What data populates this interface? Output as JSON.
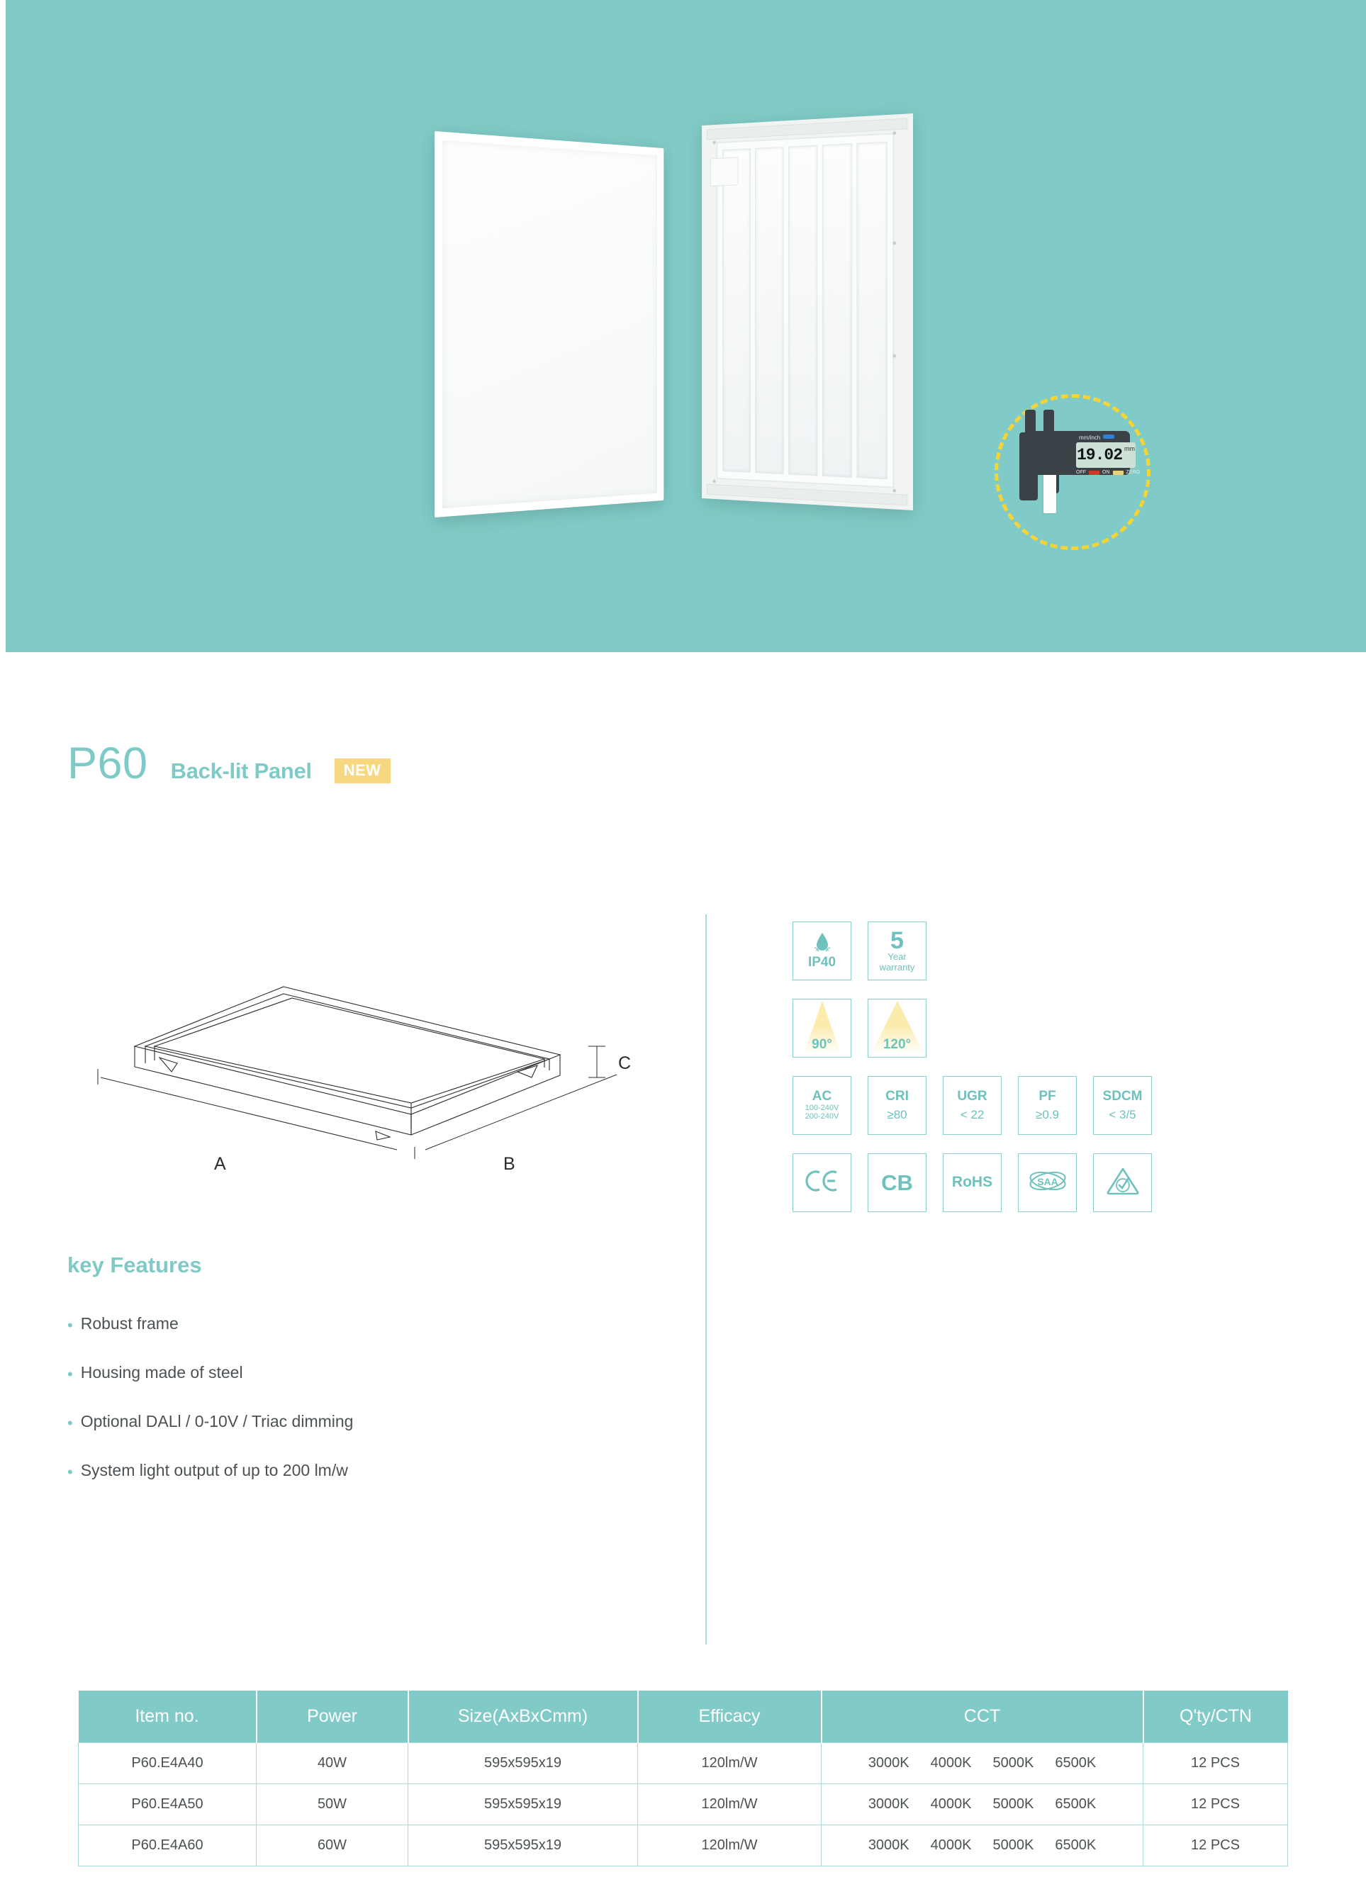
{
  "hero": {
    "background_color": "#80cbc7",
    "product_image_alt": "LED back-lit panel exploded view",
    "detail": {
      "caliper_reading": "19.02",
      "caliper_unit": "mm",
      "caliper_mode_label": "mm/inch",
      "buttons": [
        "OFF",
        "ON",
        "ZERO"
      ],
      "circle_color": "#f6d433"
    }
  },
  "title": {
    "model": "P60",
    "subtitle": "Back-lit Panel",
    "badge": "NEW",
    "badge_color": "#f7d881",
    "accent_color": "#7fcac6"
  },
  "dimension_drawing": {
    "labels": [
      "A",
      "B",
      "C"
    ]
  },
  "key_features": {
    "heading": "key Features",
    "items": [
      "Robust frame",
      "Housing made of steel",
      "Optional DALl  /  0-10V  /  Triac dimming",
      "System light output of up to 200 lm/w"
    ]
  },
  "specs": {
    "rows": [
      [
        {
          "icon": "water-drop-icon",
          "label": "IP40",
          "type": "ip"
        },
        {
          "icon": "warranty-icon",
          "value": "5",
          "line1": "Year",
          "line2": "warranty",
          "type": "warranty"
        }
      ],
      [
        {
          "icon": "beam-angle-icon",
          "label": "90°",
          "type": "beam",
          "spread": "90"
        },
        {
          "icon": "beam-angle-icon",
          "label": "120°",
          "type": "beam",
          "spread": "120"
        }
      ],
      [
        {
          "icon": "voltage-icon",
          "title": "AC",
          "line1": "100-240V",
          "line2": "200-240V",
          "type": "two-line"
        },
        {
          "icon": "cri-icon",
          "title": "CRI",
          "line1": "≥80",
          "type": "one-line"
        },
        {
          "icon": "ugr-icon",
          "title": "UGR",
          "line1": "< 22",
          "type": "one-line"
        },
        {
          "icon": "pf-icon",
          "title": "PF",
          "line1": "≥0.9",
          "type": "one-line"
        },
        {
          "icon": "sdcm-icon",
          "title": "SDCM",
          "line1": "< 3/5",
          "type": "one-line"
        }
      ]
    ],
    "certifications": [
      {
        "icon": "ce-mark-icon",
        "label": "C E"
      },
      {
        "icon": "cb-mark-icon",
        "label": "CB"
      },
      {
        "icon": "rohs-mark-icon",
        "label": "RoHS"
      },
      {
        "icon": "saa-mark-icon",
        "label": "SAA"
      },
      {
        "icon": "rcm-mark-icon",
        "label": ""
      }
    ]
  },
  "table": {
    "headers": [
      "Item no.",
      "Power",
      "Size(AxBxCmm)",
      "Efficacy",
      "CCT",
      "Q'ty/CTN"
    ],
    "rows": [
      {
        "item_no": "P60.E4A40",
        "power": "40W",
        "size": "595x595x19",
        "efficacy": "120lm/W",
        "cct": [
          "3000K",
          "4000K",
          "5000K",
          "6500K"
        ],
        "qty": "12 PCS"
      },
      {
        "item_no": "P60.E4A50",
        "power": "50W",
        "size": "595x595x19",
        "efficacy": "120lm/W",
        "cct": [
          "3000K",
          "4000K",
          "5000K",
          "6500K"
        ],
        "qty": "12 PCS"
      },
      {
        "item_no": "P60.E4A60",
        "power": "60W",
        "size": "595x595x19",
        "efficacy": "120lm/W",
        "cct": [
          "3000K",
          "4000K",
          "5000K",
          "6500K"
        ],
        "qty": "12 PCS"
      }
    ]
  }
}
